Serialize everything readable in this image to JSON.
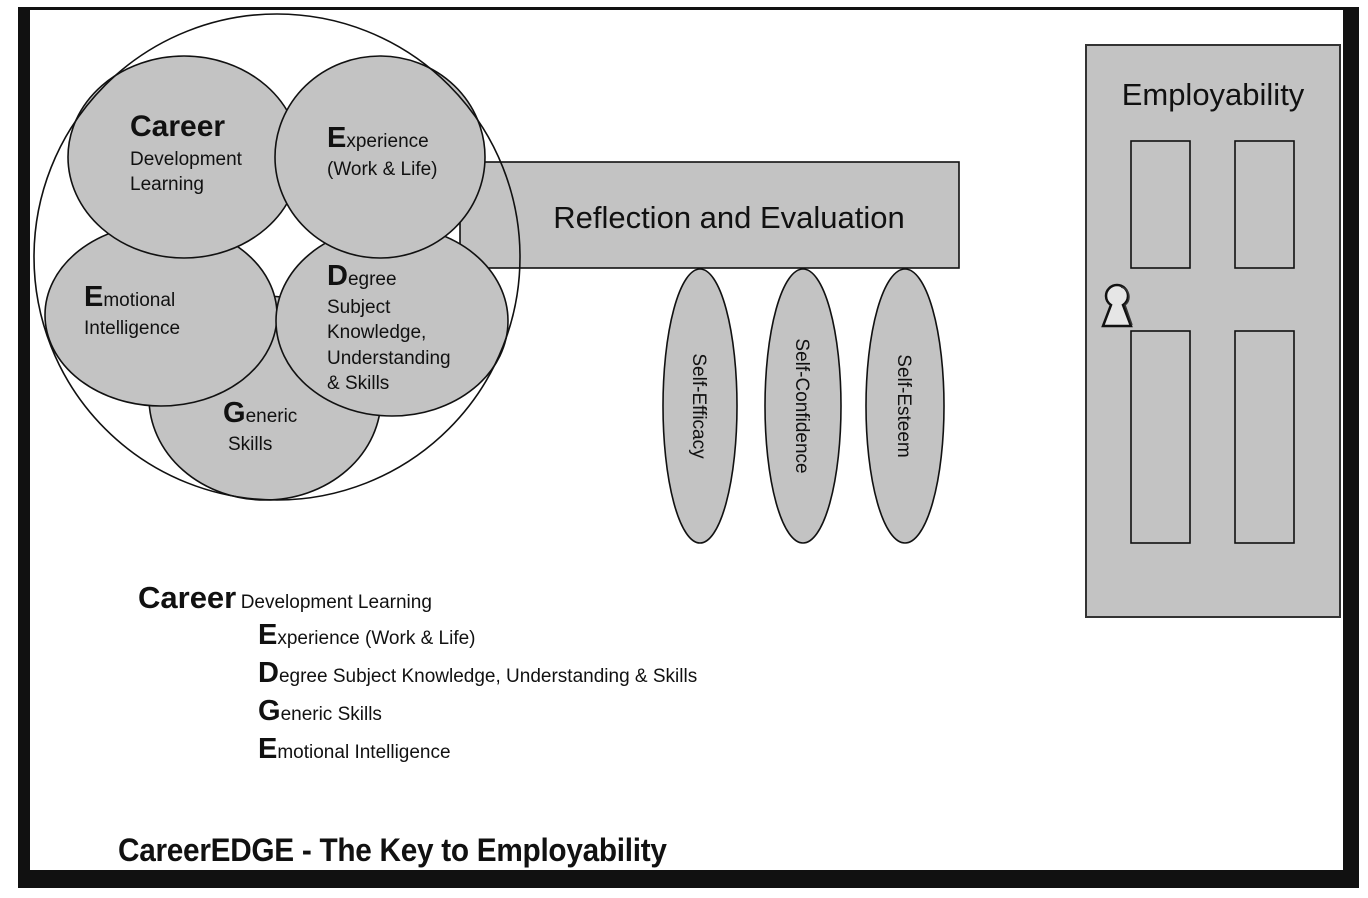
{
  "colors": {
    "shape_fill": "#c3c3c3",
    "stroke": "#111111",
    "frame": "#111111",
    "background": "#ffffff"
  },
  "circles": {
    "career": {
      "initial": "Career",
      "lines": [
        "Development",
        "Learning"
      ]
    },
    "experience": {
      "initial": "E",
      "rest": "xperience",
      "line2": "(Work & Life)"
    },
    "emotional": {
      "initial": "E",
      "rest": "motional",
      "line2": "Intelligence"
    },
    "degree": {
      "initial": "D",
      "rest": "egree",
      "lines": [
        "Subject",
        "Knowledge,",
        "Understanding",
        "& Skills"
      ]
    },
    "generic": {
      "initial": "G",
      "rest": "eneric",
      "line2": "Skills"
    }
  },
  "reflection": {
    "label": "Reflection and Evaluation"
  },
  "pillars": [
    {
      "label": "Self-Efficacy"
    },
    {
      "label": "Self-Confidence"
    },
    {
      "label": "Self-Esteem"
    }
  ],
  "door": {
    "label": "Employability",
    "icon": "keyhole-icon"
  },
  "legend": {
    "career": {
      "big": "Career",
      "rest": "Development Learning"
    },
    "items": [
      {
        "big": "E",
        "rest": "xperience (Work & Life)"
      },
      {
        "big": "D",
        "rest": "egree Subject Knowledge, Understanding & Skills"
      },
      {
        "big": "G",
        "rest": "eneric Skills"
      },
      {
        "big": "E",
        "rest": "motional Intelligence"
      }
    ]
  },
  "title": "CareerEDGE - The Key to Employability"
}
